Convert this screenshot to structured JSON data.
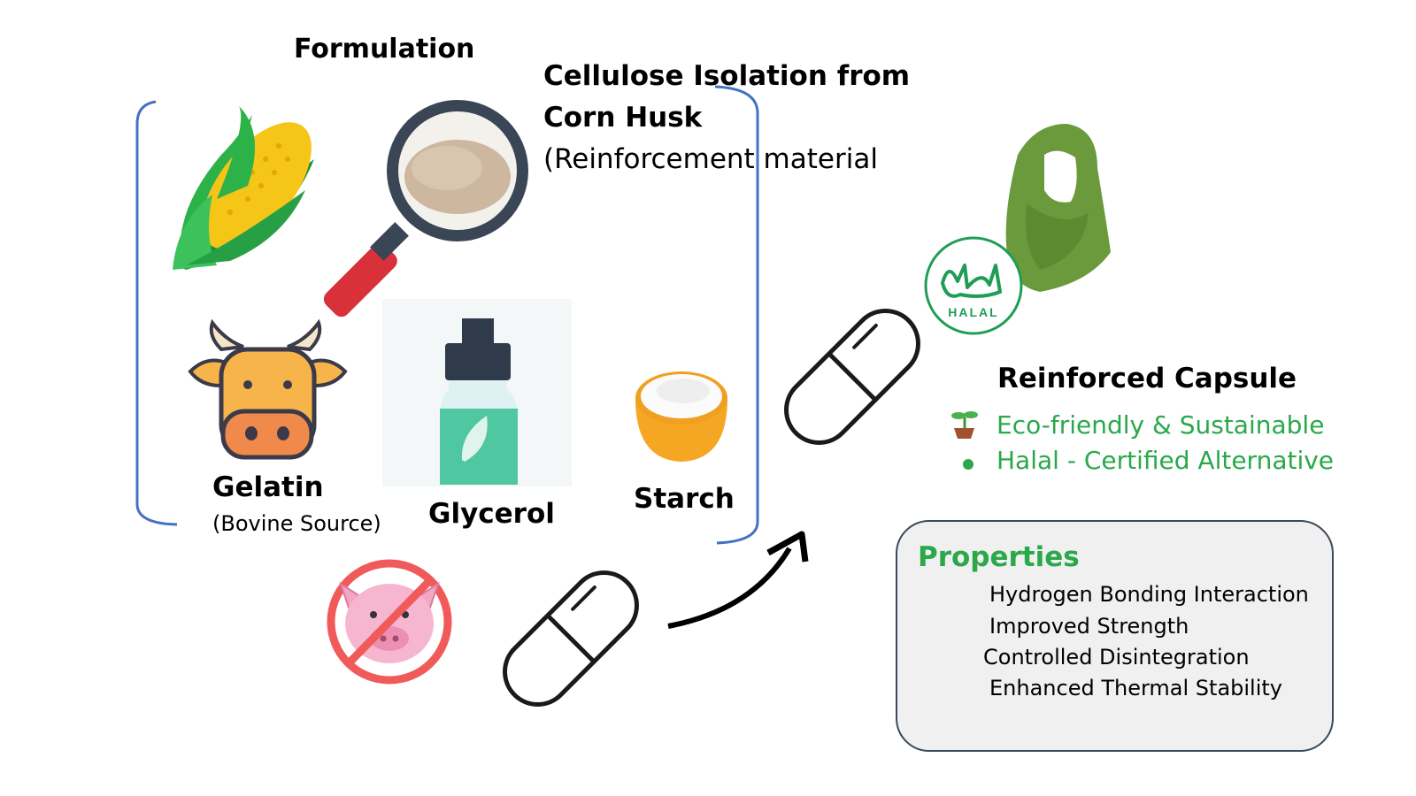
{
  "formulation": {
    "title": "Formulation",
    "cellulose_line1": "Cellulose Isolation from",
    "cellulose_line2": "Corn Husk",
    "cellulose_line3": "(Reinforcement material",
    "ingredients": [
      {
        "name": "Gelatin",
        "note": "(Bovine Source)",
        "icon": "cow-icon"
      },
      {
        "name": "Glycerol",
        "icon": "bottle-icon"
      },
      {
        "name": "Starch",
        "icon": "starch-bowl-icon"
      }
    ],
    "icons": [
      "corn-icon",
      "magnifier-cellulose-icon",
      "no-pork-icon",
      "capsule-icon"
    ]
  },
  "result": {
    "title": "Reinforced Capsule",
    "halal_badge": "HALAL",
    "benefits": [
      "Eco-friendly & Sustainable",
      "Halal - Certified Alternative"
    ],
    "benefit_icons": [
      "sprout-icon",
      "green-dot-icon"
    ]
  },
  "properties": {
    "title": "Properties",
    "items": [
      {
        "label": "Hydrogen Bonding Interaction",
        "icon": "spectrum-chart-icon"
      },
      {
        "label": "Improved Strength",
        "icon": "flexed-arm-icon"
      },
      {
        "label": "Controlled Disintegration",
        "icon": "down-arrow-icon"
      },
      {
        "label": "Enhanced Thermal Stability",
        "icon": "thermometer-icon"
      }
    ]
  },
  "colors": {
    "green_text": "#2aa84a",
    "bracket_blue": "#4472c4",
    "halal_green": "#1f9d55",
    "hijab_green": "#6a9a3c"
  }
}
